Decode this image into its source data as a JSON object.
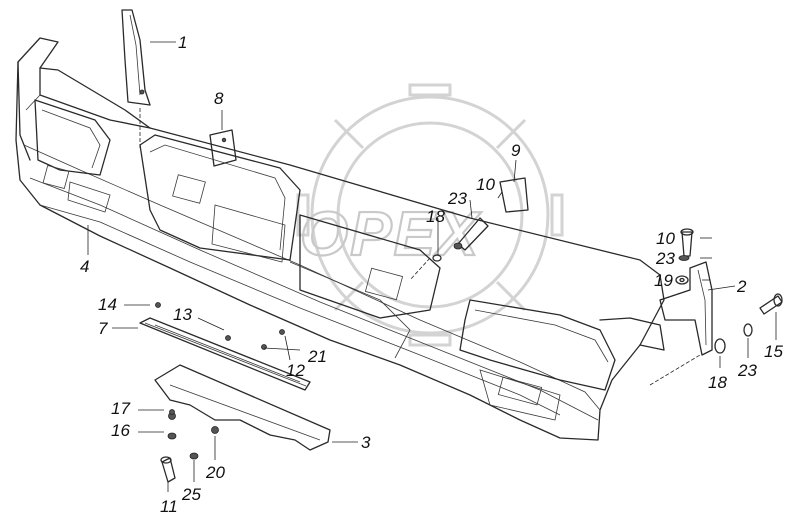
{
  "watermark": {
    "text": "OPEX"
  },
  "callouts": [
    {
      "id": "c1",
      "label": "1"
    },
    {
      "id": "c2",
      "label": "2"
    },
    {
      "id": "c3",
      "label": "3"
    },
    {
      "id": "c4",
      "label": "4"
    },
    {
      "id": "c7",
      "label": "7"
    },
    {
      "id": "c8",
      "label": "8"
    },
    {
      "id": "c9",
      "label": "9"
    },
    {
      "id": "c10a",
      "label": "10"
    },
    {
      "id": "c10b",
      "label": "10"
    },
    {
      "id": "c11",
      "label": "11"
    },
    {
      "id": "c12",
      "label": "12"
    },
    {
      "id": "c13",
      "label": "13"
    },
    {
      "id": "c14",
      "label": "14"
    },
    {
      "id": "c15",
      "label": "15"
    },
    {
      "id": "c16",
      "label": "16"
    },
    {
      "id": "c17",
      "label": "17"
    },
    {
      "id": "c18a",
      "label": "18"
    },
    {
      "id": "c18b",
      "label": "18"
    },
    {
      "id": "c19",
      "label": "19"
    },
    {
      "id": "c20",
      "label": "20"
    },
    {
      "id": "c21",
      "label": "21"
    },
    {
      "id": "c23a",
      "label": "23"
    },
    {
      "id": "c23b",
      "label": "23"
    },
    {
      "id": "c23c",
      "label": "23"
    },
    {
      "id": "c25",
      "label": "25"
    }
  ]
}
